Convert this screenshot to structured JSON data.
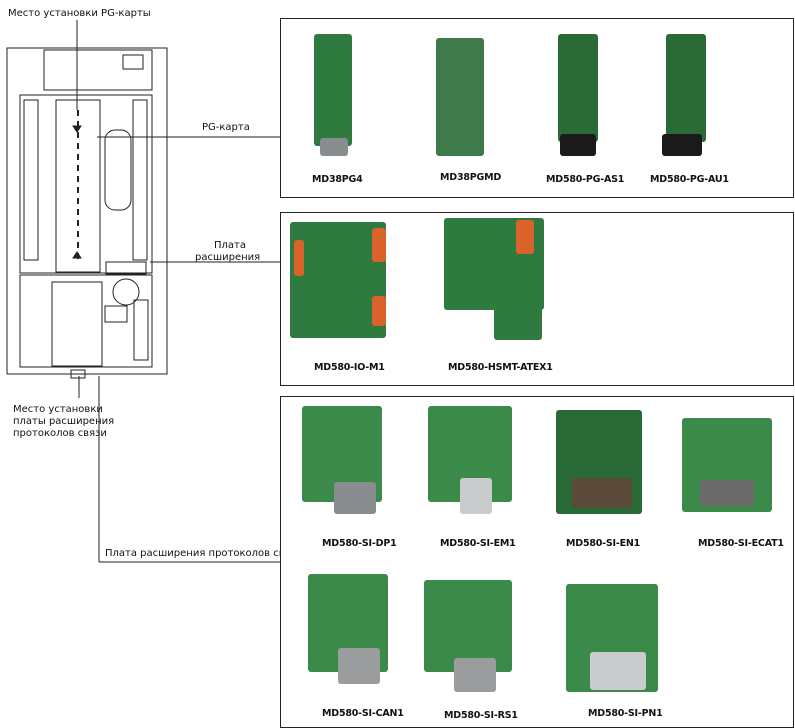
{
  "labels": {
    "pg_mount": "Место установки PG-карты",
    "pg_card": "PG-карта",
    "expansion_1": "Плата",
    "expansion_2": "расширения",
    "comm_mount_1": "Место установки",
    "comm_mount_2": "платы расширения",
    "comm_mount_3": "протоколов связи",
    "comm_card": "Плата расширения протоколов связи"
  },
  "pg_cards": [
    {
      "name": "MD38PG4"
    },
    {
      "name": "MD38PGMD"
    },
    {
      "name": "MD580-PG-AS1"
    },
    {
      "name": "MD580-PG-AU1"
    }
  ],
  "expansion_cards": [
    {
      "name": "MD580-IO-M1"
    },
    {
      "name": "MD580-HSMT-ATEX1"
    }
  ],
  "comm_cards_row1": [
    {
      "name": "MD580-SI-DP1"
    },
    {
      "name": "MD580-SI-EM1"
    },
    {
      "name": "MD580-SI-EN1"
    },
    {
      "name": "MD580-SI-ECAT1"
    }
  ],
  "comm_cards_row2": [
    {
      "name": "MD580-SI-CAN1"
    },
    {
      "name": "MD580-SI-RS1"
    },
    {
      "name": "MD580-SI-PN1"
    }
  ],
  "colors": {
    "pcb_green": "#2f7a3f",
    "pcb_dark": "#1f4f2c",
    "connector_orange": "#d9632b",
    "line": "#222222"
  }
}
